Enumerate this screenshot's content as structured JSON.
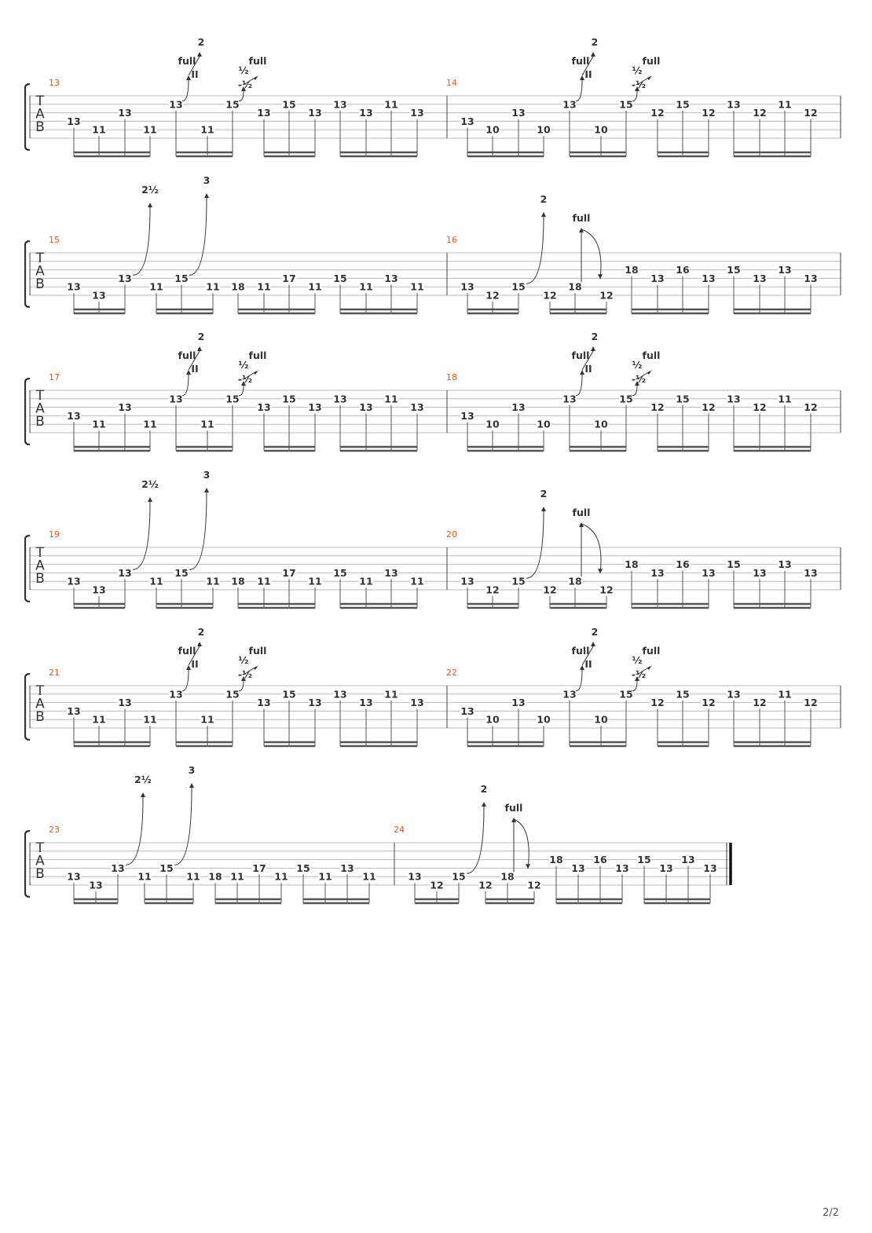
{
  "page": {
    "number": "2/2"
  },
  "tab_labels": [
    "T",
    "A",
    "B"
  ],
  "patterns": {
    "A": {
      "measure_first": {
        "notes": [
          [
            "13",
            4
          ],
          [
            "11",
            5
          ],
          [
            "13",
            3
          ],
          [
            "11",
            5
          ],
          [
            "13",
            2
          ],
          [
            "11",
            5
          ],
          [
            "15",
            2
          ],
          [
            "13",
            3
          ],
          [
            "15",
            2
          ],
          [
            "13",
            3
          ],
          [
            "13",
            2
          ],
          [
            "13",
            3
          ],
          [
            "11",
            2
          ],
          [
            "13",
            3
          ]
        ],
        "bends": [
          [
            "full",
            "2"
          ],
          [
            "½",
            "full"
          ]
        ]
      },
      "measure_second": {
        "notes": [
          [
            "13",
            4
          ],
          [
            "10",
            5
          ],
          [
            "13",
            3
          ],
          [
            "10",
            5
          ],
          [
            "13",
            2
          ],
          [
            "10",
            5
          ],
          [
            "15",
            2
          ],
          [
            "12",
            3
          ],
          [
            "15",
            2
          ],
          [
            "12",
            3
          ],
          [
            "13",
            2
          ],
          [
            "12",
            3
          ],
          [
            "11",
            2
          ],
          [
            "12",
            3
          ]
        ],
        "bends": [
          [
            "full",
            "2"
          ],
          [
            "½",
            "full"
          ]
        ]
      },
      "bend_glyphs": [
        "II",
        "½"
      ]
    },
    "B": {
      "measure_first": {
        "notes": [
          [
            "13",
            5
          ],
          [
            "13",
            6
          ],
          [
            "13",
            4
          ],
          [
            "11",
            5
          ],
          [
            "15",
            4
          ],
          [
            "11",
            5
          ],
          [
            "18",
            5
          ],
          [
            "11",
            5
          ],
          [
            "17",
            4
          ],
          [
            "11",
            5
          ],
          [
            "15",
            4
          ],
          [
            "11",
            5
          ],
          [
            "13",
            4
          ],
          [
            "11",
            5
          ]
        ],
        "bends": [
          "2½",
          "3"
        ]
      },
      "measure_second": {
        "notes": [
          [
            "13",
            5
          ],
          [
            "12",
            6
          ],
          [
            "15",
            5
          ],
          [
            "12",
            6
          ],
          [
            "18",
            5
          ],
          [
            "12",
            6
          ],
          [
            "18",
            3
          ],
          [
            "13",
            4
          ],
          [
            "16",
            3
          ],
          [
            "13",
            4
          ],
          [
            "15",
            3
          ],
          [
            "13",
            4
          ],
          [
            "13",
            3
          ],
          [
            "13",
            4
          ]
        ],
        "bends": [
          "2",
          "full"
        ]
      }
    }
  },
  "systems": [
    {
      "pattern": "A",
      "measures": [
        "13",
        "14"
      ]
    },
    {
      "pattern": "B",
      "measures": [
        "15",
        "16"
      ]
    },
    {
      "pattern": "A",
      "measures": [
        "17",
        "18"
      ]
    },
    {
      "pattern": "B",
      "measures": [
        "19",
        "20"
      ]
    },
    {
      "pattern": "A",
      "measures": [
        "21",
        "22"
      ]
    },
    {
      "pattern": "B",
      "measures": [
        "23",
        "24"
      ],
      "final": true
    }
  ]
}
